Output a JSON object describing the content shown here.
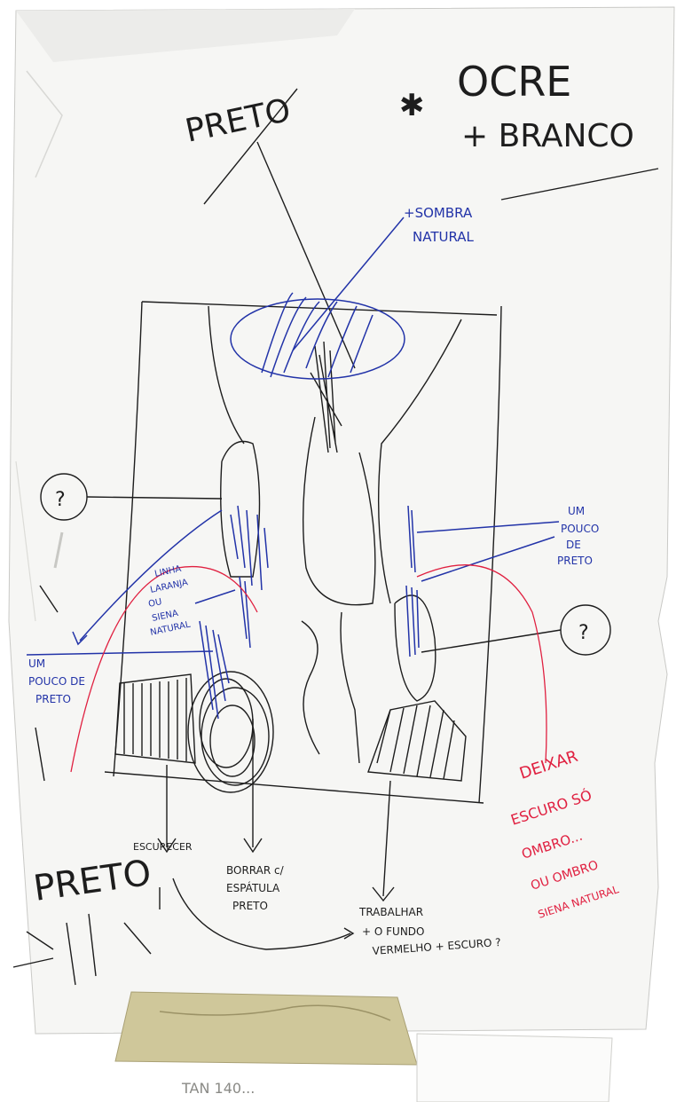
{
  "colors": {
    "paper": "#f6f6f4",
    "black_ink": "#1d1d1d",
    "blue_ink": "#2233a8",
    "red_ink": "#e02040",
    "tape": "#cfc79a"
  },
  "notes": {
    "preto_top": "PRETO",
    "ocre": "OCRE",
    "branco": "+ BRANCO",
    "sombra_1": "+SOMBRA",
    "sombra_2": "NATURAL",
    "question_left": "?",
    "question_right": "?",
    "um_pouco_right_1": "UM",
    "um_pouco_right_2": "POUCO",
    "um_pouco_right_3": "DE",
    "um_pouco_right_4": "PRETO",
    "laranja_1": "LINHA",
    "laranja_2": "LARANJA",
    "laranja_3": "OU",
    "laranja_4": "SIENA",
    "laranja_5": "NATURAL",
    "um_pouco_left_1": "UM",
    "um_pouco_left_2": "POUCO DE",
    "um_pouco_left_3": "PRETO",
    "preto_bottom": "PRETO",
    "escurecer": "ESCURECER",
    "borrar_1": "BORRAR c/",
    "borrar_2": "ESPÁTULA",
    "borrar_3": "PRETO",
    "trabalhar_1": "TRABALHAR",
    "trabalhar_2": "+ O FUNDO",
    "trabalhar_3": "VERMELHO + ESCURO ?",
    "deixar_1": "DEIXAR",
    "deixar_2": "ESCURO SÓ",
    "deixar_3": "OMBRO...",
    "deixar_4": "OU OMBRO",
    "deixar_5": "SIENA NATURAL",
    "tape_text": "TAN 140..."
  }
}
